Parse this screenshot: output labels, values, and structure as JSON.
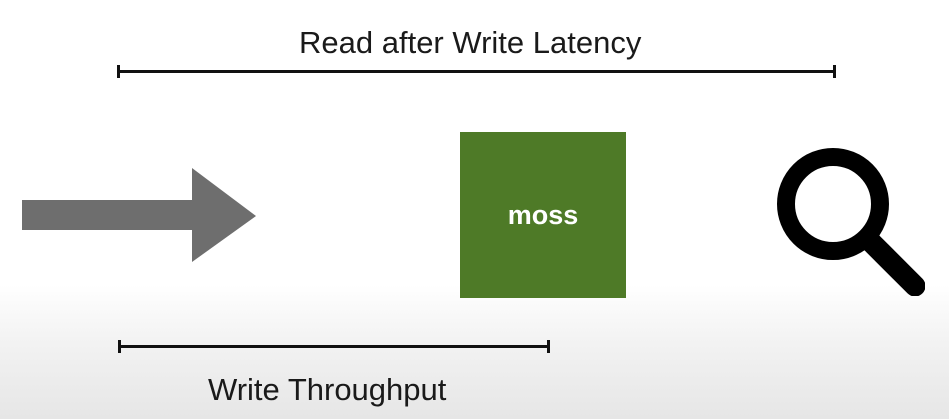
{
  "diagram": {
    "read_latency_label": "Read after Write Latency",
    "write_throughput_label": "Write Throughput",
    "store_label": "moss"
  },
  "colors": {
    "store_fill": "#4e7a27",
    "arrow_fill": "#6e6e6e",
    "line_color": "#111111",
    "icon_color": "#000000"
  },
  "icons": {
    "write": "arrow-right-icon",
    "read": "search-icon"
  }
}
